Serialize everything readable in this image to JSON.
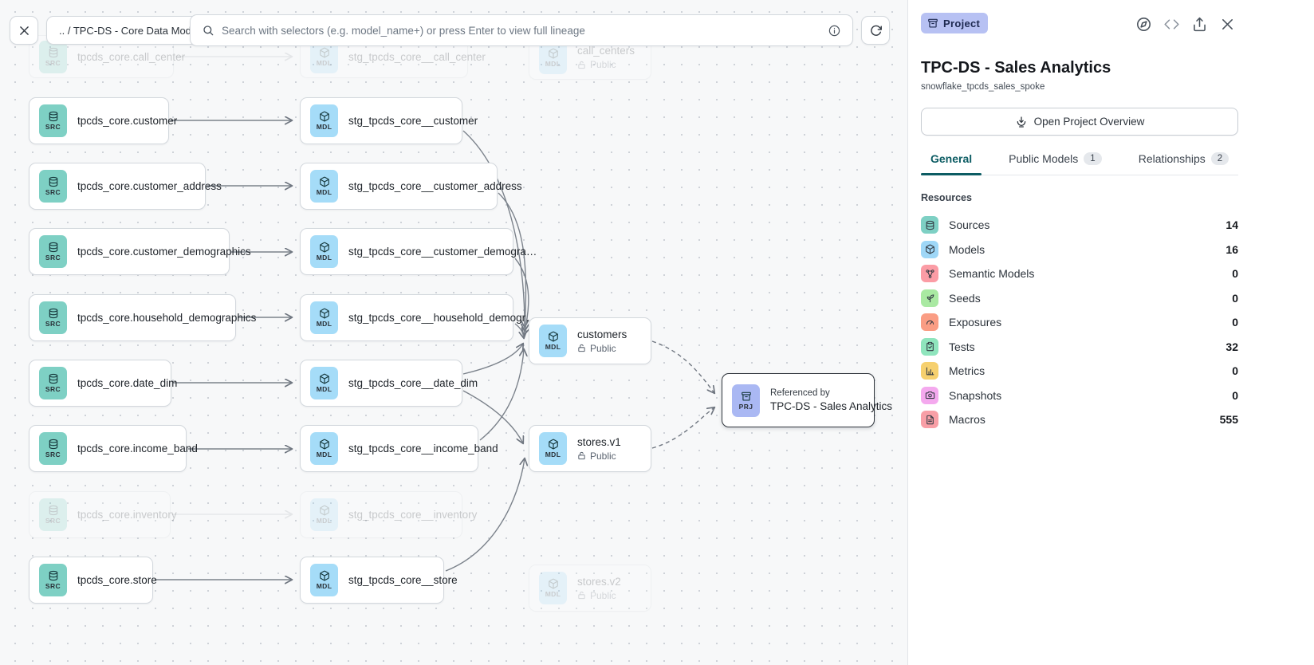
{
  "toolbar": {
    "breadcrumb": ".. / TPC-DS - Core Data Models",
    "search_placeholder": "Search with selectors (e.g. model_name+) or press Enter to view full lineage"
  },
  "graph": {
    "badges": {
      "src": "SRC",
      "mdl": "MDL",
      "prj": "PRJ"
    },
    "colors": {
      "src": "#7ed0c4",
      "mdl": "#a5dcf8",
      "prj": "#aab8f3"
    },
    "src_nodes": [
      {
        "label": "tpcds_core.call_center"
      },
      {
        "label": "tpcds_core.customer"
      },
      {
        "label": "tpcds_core.customer_address"
      },
      {
        "label": "tpcds_core.customer_demographics"
      },
      {
        "label": "tpcds_core.household_demographics"
      },
      {
        "label": "tpcds_core.date_dim"
      },
      {
        "label": "tpcds_core.income_band"
      },
      {
        "label": "tpcds_core.inventory"
      },
      {
        "label": "tpcds_core.store"
      }
    ],
    "stg_nodes": [
      {
        "label": "stg_tpcds_core__call_center"
      },
      {
        "label": "stg_tpcds_core__customer"
      },
      {
        "label": "stg_tpcds_core__customer_address"
      },
      {
        "label": "stg_tpcds_core__customer_demogra…"
      },
      {
        "label": "stg_tpcds_core__household_demogr…"
      },
      {
        "label": "stg_tpcds_core__date_dim"
      },
      {
        "label": "stg_tpcds_core__income_band"
      },
      {
        "label": "stg_tpcds_core__inventory"
      },
      {
        "label": "stg_tpcds_core__store"
      }
    ],
    "public_nodes": [
      {
        "label": "call_centers",
        "visibility": "Public"
      },
      {
        "label": "customers",
        "visibility": "Public"
      },
      {
        "label": "stores.v1",
        "visibility": "Public"
      },
      {
        "label": "stores.v2",
        "visibility": "Public"
      }
    ],
    "project_node": {
      "caption": "Referenced by",
      "label": "TPC-DS - Sales Analytics"
    }
  },
  "panel": {
    "badge": "Project",
    "title": "TPC-DS - Sales Analytics",
    "subtitle": "snowflake_tpcds_sales_spoke",
    "overview_button": "Open Project Overview",
    "tabs": [
      {
        "label": "General",
        "badge": ""
      },
      {
        "label": "Public Models",
        "badge": "1"
      },
      {
        "label": "Relationships",
        "badge": "2"
      }
    ],
    "resources_heading": "Resources",
    "resources": [
      {
        "label": "Sources",
        "count": "14",
        "color": "#7ed0c4"
      },
      {
        "label": "Models",
        "count": "16",
        "color": "#9fd7f7"
      },
      {
        "label": "Semantic Models",
        "count": "0",
        "color": "#fb9ca5"
      },
      {
        "label": "Seeds",
        "count": "0",
        "color": "#a9e9a2"
      },
      {
        "label": "Exposures",
        "count": "0",
        "color": "#fa9d84"
      },
      {
        "label": "Tests",
        "count": "32",
        "color": "#8fe5bd"
      },
      {
        "label": "Metrics",
        "count": "0",
        "color": "#f6d06e"
      },
      {
        "label": "Snapshots",
        "count": "0",
        "color": "#f4a9ee"
      },
      {
        "label": "Macros",
        "count": "555",
        "color": "#f89fa6"
      }
    ]
  }
}
